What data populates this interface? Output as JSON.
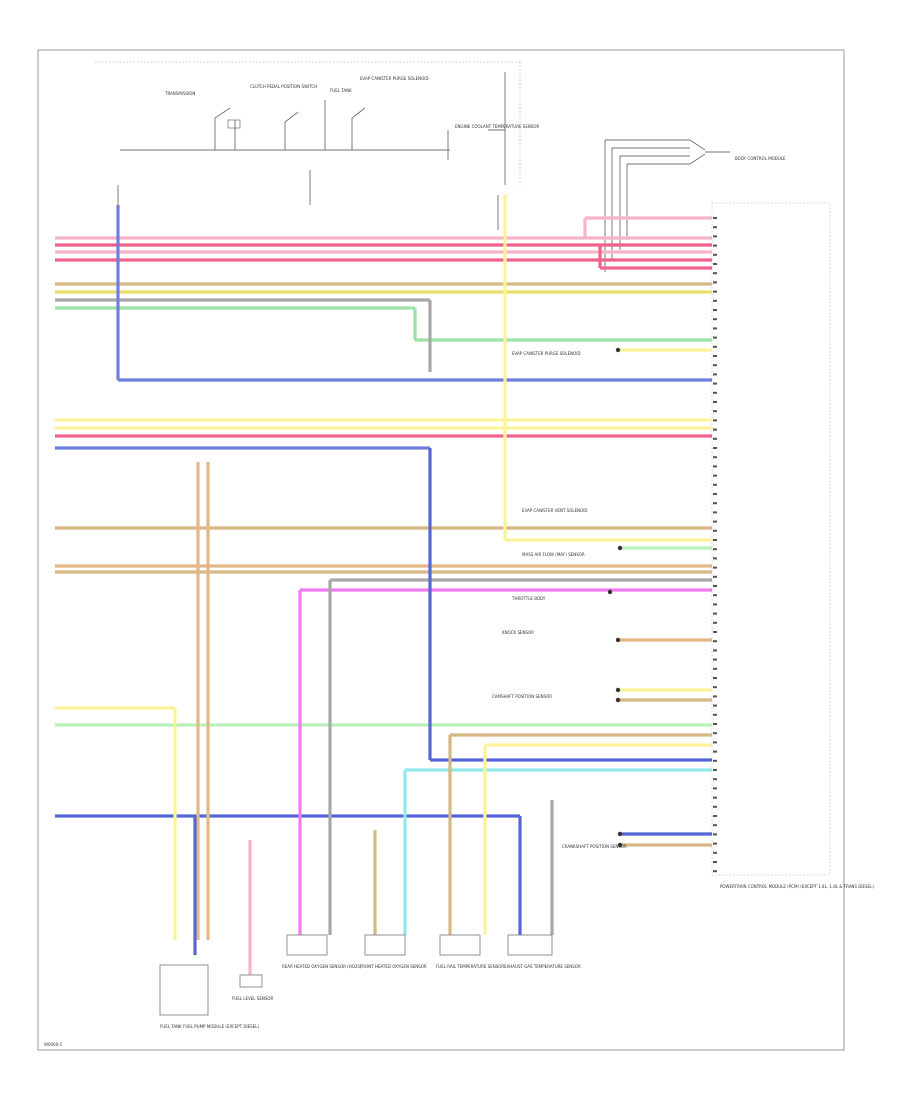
{
  "diagram": {
    "footer_code": "W0000-1",
    "colors": {
      "red": "#f2618a",
      "pink": "#f6b4c7",
      "yellow": "#fbf39a",
      "yellow_dark": "#e8de6a",
      "orange": "#e2b887",
      "tan": "#d6b884",
      "green": "#9ce3a6",
      "light_green": "#b8f0b8",
      "blue": "#6f7fe0",
      "dark_blue": "#5566d6",
      "magenta": "#f07af0",
      "cyan": "#8fe8ec",
      "gray": "#a8a8a8",
      "black": "#333333"
    },
    "main_module": {
      "label": "POWERTRAIN CONTROL MODULE (PCM) (EXCEPT 1.8L, 1.8L & TRANS DIESEL)"
    },
    "bottom_components": [
      {
        "label": "FUEL TANK FUEL PUMP MODULE (EXCEPT DIESEL)"
      },
      {
        "label": "FUEL LEVEL SENSOR"
      },
      {
        "label": "REAR HEATED OXYGEN SENSOR (HO2S)"
      },
      {
        "label": "FRONT HEATED OXYGEN SENSOR"
      },
      {
        "label": "FUEL RAIL TEMPERATURE SENSOR"
      },
      {
        "label": "EXHAUST GAS TEMPERATURE SENSOR"
      }
    ],
    "top_labels": [
      {
        "label": "TRANSMISSION"
      },
      {
        "label": "CLUTCH PEDAL POSITION SWITCH"
      },
      {
        "label": "FUEL TANK"
      },
      {
        "label": "EVAP CANISTER PURGE SOLENOID"
      },
      {
        "label": "ENGINE COOLANT TEMPERATURE SENSOR"
      },
      {
        "label": "BODY CONTROL MODULE"
      }
    ],
    "side_notes": [
      {
        "label": "EVAP CANISTER PURGE SOLENOID"
      },
      {
        "label": "EVAP CANISTER VENT SOLENOID"
      },
      {
        "label": "MASS AIR FLOW (MAF) SENSOR"
      },
      {
        "label": "THROTTLE BODY"
      },
      {
        "label": "KNOCK SENSOR"
      },
      {
        "label": "CAMSHAFT POSITION SENSOR"
      },
      {
        "label": "CRANKSHAFT POSITION SENSOR"
      }
    ]
  }
}
